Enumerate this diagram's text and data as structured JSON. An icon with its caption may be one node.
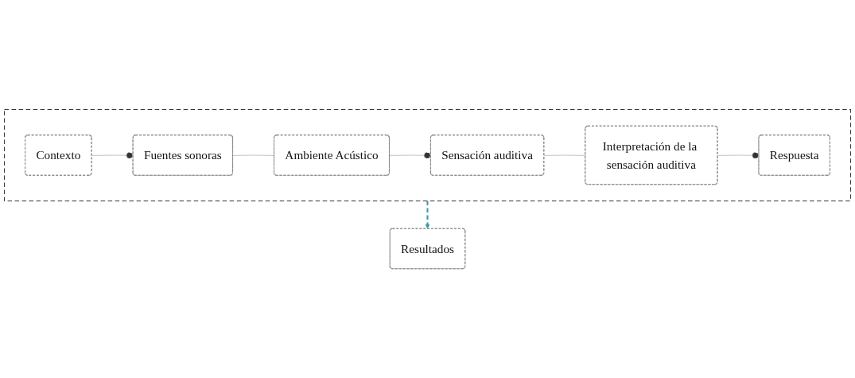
{
  "diagram": {
    "nodes": [
      {
        "text": [],
        "shape": "box"
      },
      {
        "text": [
          "Fuentes sonoras"
        ],
        "in": 0
      },
      {
        "text": [
          "Contexto"
        ],
        "in": 0
      },
      {
        "text": [
          "Ambiente Acústico"
        ],
        "in": 0
      },
      {
        "text": [
          "Sensación auditiva"
        ],
        "in": 0
      },
      {
        "text": [
          "Interpretación de la sensación auditiva"
        ],
        "in": 0
      },
      {
        "text": [
          "Respuesta"
        ],
        "in": 0
      },
      {
        "text": [
          "Resultados"
        ]
      }
    ],
    "edges": [
      {
        "from": 2,
        "to": 1,
        "arrow": "other"
      },
      {
        "from": 1,
        "to": 3,
        "arrow": "none"
      },
      {
        "from": 3,
        "to": 4,
        "arrow": "other"
      },
      {
        "from": 4,
        "to": 5,
        "arrow": "none"
      },
      {
        "from": 5,
        "to": 6,
        "arrow": "other"
      },
      {
        "from": 0,
        "to": 7,
        "arrow": "to",
        "style": "dashed",
        "color": "#3a9aa8"
      }
    ]
  }
}
